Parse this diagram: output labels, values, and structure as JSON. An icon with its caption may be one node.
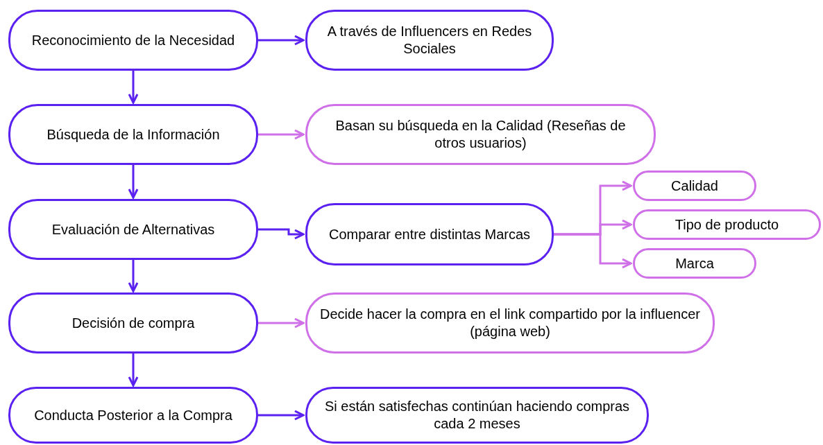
{
  "diagram": {
    "nodes": [
      {
        "text": [
          "Reconocimiento de la Necesidad"
        ]
      },
      {
        "text": [
          "A través de Influencers en Redes Sociales"
        ]
      },
      {
        "text": [
          "Búsqueda de la Información"
        ]
      },
      {
        "text": [
          "Basan su búsqueda en la Calidad (Reseñas de otros usuarios)"
        ]
      },
      {
        "text": [
          "Evaluación de Alternativas"
        ]
      },
      {
        "text": [
          "Comparar entre distintas Marcas"
        ]
      },
      {
        "text": [
          "Calidad"
        ]
      },
      {
        "text": [
          "Tipo de producto"
        ]
      },
      {
        "text": [
          "Marca"
        ]
      },
      {
        "text": [
          "Decisión de compra"
        ]
      },
      {
        "text": [
          "Decide hacer la compra en el link compartido por la influencer (página web)"
        ]
      },
      {
        "text": [
          "Conducta Posterior a la Compra"
        ]
      },
      {
        "text": [
          "Si están satisfechas continúan haciendo compras cada 2 meses"
        ]
      }
    ],
    "edges": [
      {
        "from": 0,
        "to": 1,
        "arrow": "to"
      },
      {
        "from": 0,
        "to": 2,
        "arrow": "to"
      },
      {
        "from": 2,
        "to": 3,
        "arrow": "to",
        "color": "#d070e8"
      },
      {
        "from": 2,
        "to": 4,
        "arrow": "to"
      },
      {
        "from": 4,
        "to": 5,
        "arrow": "to"
      },
      {
        "from": 5,
        "to": 6,
        "arrow": "to",
        "color": "#d070e8"
      },
      {
        "from": 5,
        "to": 7,
        "arrow": "to",
        "color": "#d070e8"
      },
      {
        "from": 5,
        "to": 8,
        "arrow": "to",
        "color": "#d070e8"
      },
      {
        "from": 4,
        "to": 9,
        "arrow": "to"
      },
      {
        "from": 9,
        "to": 10,
        "arrow": "to",
        "color": "#d070e8"
      },
      {
        "from": 9,
        "to": 11,
        "arrow": "to"
      },
      {
        "from": 11,
        "to": 12,
        "arrow": "to"
      }
    ]
  }
}
